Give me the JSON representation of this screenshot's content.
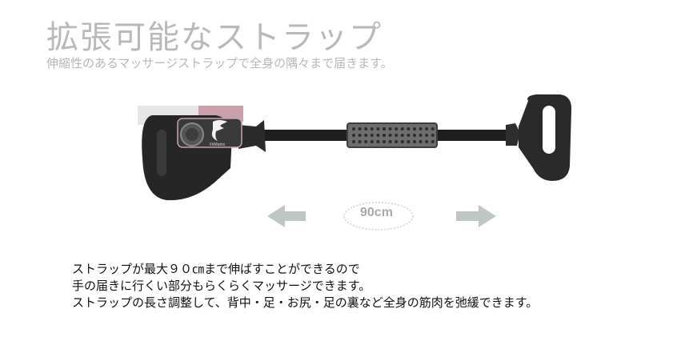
{
  "title": "拡張可能なストラップ",
  "subtitle": "伸縮性のあるマッサージストラップで全身の隅々まで届きます。",
  "product": {
    "brand_text": "FitMatrix",
    "images": [
      "strap-product-image"
    ]
  },
  "measure": {
    "label": "90cm",
    "arrows": [
      "left-arrow-icon",
      "right-arrow-icon"
    ]
  },
  "description": {
    "lines": [
      "ストラップが最大９０㎝まで伸ばすことができるので",
      "手の届きに行くい部分もらくらくマッサージできます。",
      "ストラップの長さ調整して、背中・足・お尻・足の裏など全身の筋肉を弛緩できます。"
    ]
  },
  "colors": {
    "title": "#b9b9b9",
    "subtitle": "#b7b7b7",
    "arrow": "#bfc7c4",
    "handle": "#2a2a2a",
    "strap": "#1e1e1e",
    "accent_pink": "#c9a1ab"
  }
}
